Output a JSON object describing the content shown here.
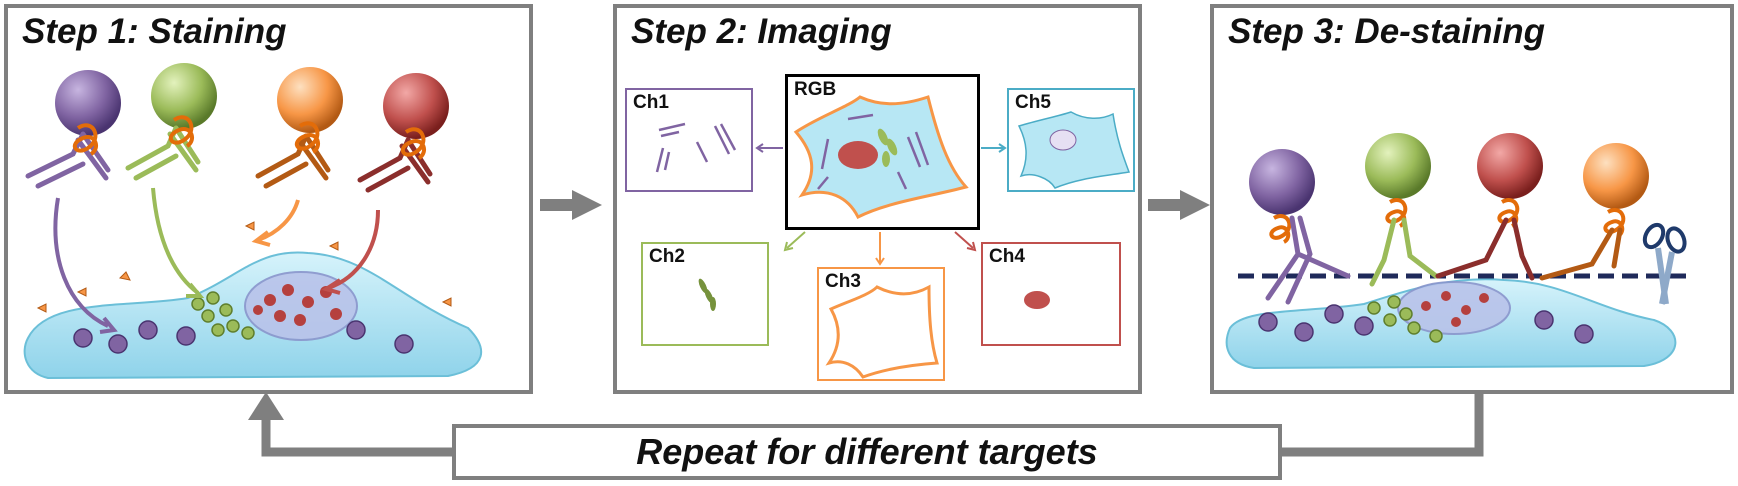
{
  "step1": {
    "title": "Step 1: Staining"
  },
  "step2": {
    "title": "Step 2: Imaging",
    "channels": {
      "rgb": "RGB",
      "ch1": "Ch1",
      "ch2": "Ch2",
      "ch3": "Ch3",
      "ch4": "Ch4",
      "ch5": "Ch5"
    }
  },
  "step3": {
    "title": "Step 3: De-staining"
  },
  "loop": {
    "label": "Repeat for different targets"
  },
  "colors": {
    "purple": "#8064a2",
    "green": "#9bbb59",
    "orange": "#f79646",
    "red": "#c0504d",
    "cyan": "#4bacc6",
    "cell_fill": "#b7e7f4",
    "arrow_gray": "#7f7f7f",
    "cut_line": "#1f2a5a"
  }
}
